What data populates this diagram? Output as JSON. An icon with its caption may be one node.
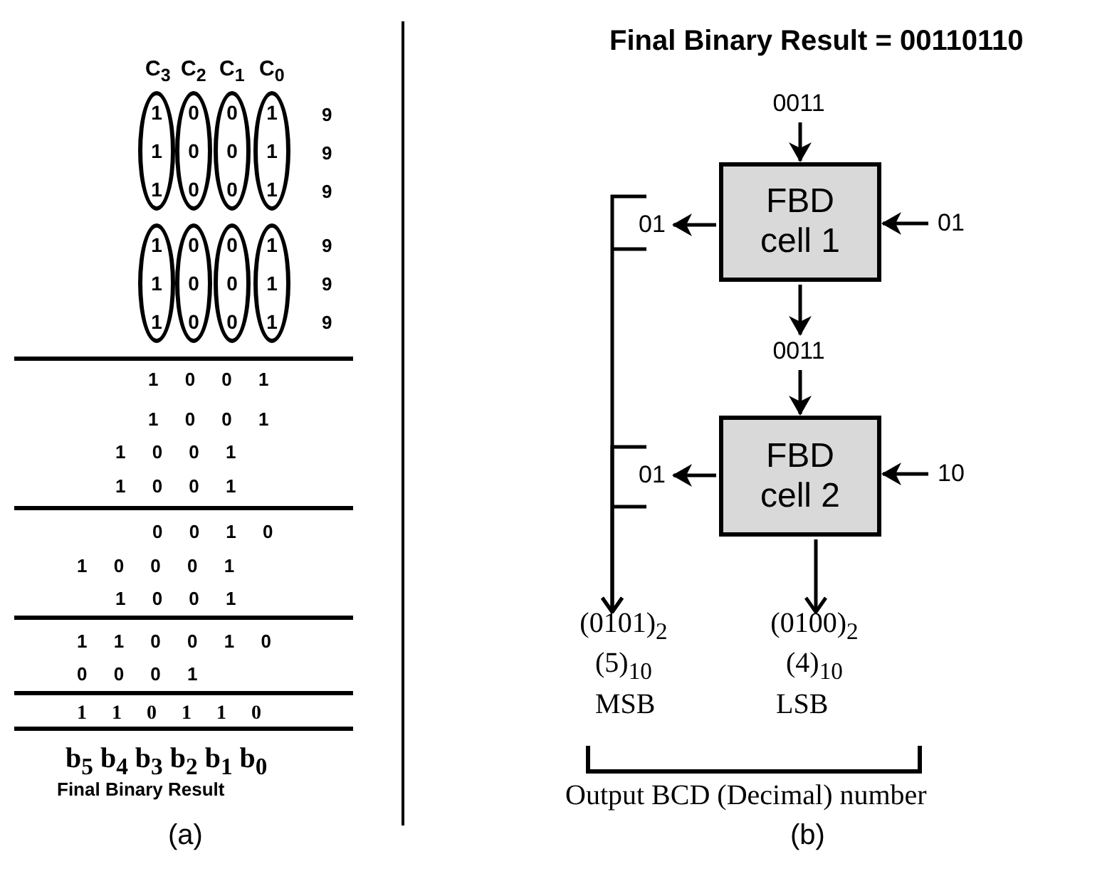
{
  "diagram": {
    "title": "Final Binary Result = 00110110",
    "nodes": [
      {
        "text": [
          "1 1 1"
        ]
      },
      {
        "text": [
          "0 0 0"
        ]
      },
      {
        "text": [
          "0 0 0"
        ]
      },
      {
        "text": [
          "1 1 1"
        ]
      },
      {
        "text": [
          "1 1 1"
        ]
      },
      {
        "text": [
          "0 0 0"
        ]
      },
      {
        "text": [
          "0 0 0"
        ]
      },
      {
        "text": [
          "1 1 1"
        ]
      },
      {
        "text": [
          "0011"
        ]
      },
      {
        "text": [
          "FBD cell 1"
        ]
      },
      {
        "text": [
          "01"
        ]
      },
      {
        "text": [
          "01"
        ]
      },
      {
        "text": [
          "0011"
        ]
      },
      {
        "text": [
          "FBD cell 2"
        ]
      },
      {
        "text": [
          "01"
        ]
      },
      {
        "text": [
          "10"
        ]
      },
      {
        "text": [
          "(0101)$_{2}$ (5)$_{10}$"
        ]
      },
      {
        "text": [
          "(0100)$_{2}$ (4)$_{10}$"
        ]
      }
    ],
    "edges": [
      {
        "from": 8,
        "to": 9,
        "arrow": "to"
      },
      {
        "from": 11,
        "to": 9,
        "arrow": "to"
      },
      {
        "from": 9,
        "to": 10,
        "arrow": "to"
      },
      {
        "from": 9,
        "to": 12,
        "arrow": "to"
      },
      {
        "from": 12,
        "to": 13,
        "arrow": "to"
      },
      {
        "from": 15,
        "to": 13,
        "arrow": "to"
      },
      {
        "from": 13,
        "to": 14,
        "arrow": "to"
      },
      {
        "from": 13,
        "to": 17,
        "arrow": "to"
      },
      {
        "from": 10,
        "to": 16,
        "arrow": "to"
      },
      {
        "from": 14,
        "to": 16,
        "arrow": "to"
      }
    ],
    "labels": [
      "C$_{3}$",
      "C$_{2}$",
      "C$_{1}$",
      "C$_{0}$",
      "9",
      "9",
      "9",
      "9",
      "9",
      "9",
      "1 0 0 1",
      "1 0 0 1",
      "1 0 0 1",
      "1 0 0 1",
      "0 0 1 0",
      "1 0 0 0 1",
      "1 0 0 1",
      "1 1 0 0 1 0",
      "0 0 0 1",
      "1 1 0 1 1 0",
      "b$_{5}$ b$_{4}$ b$_{3}$ b$_{2}$ b$_{1}$ b$_{0}$",
      "Final Binary Result",
      "(a)",
      "MSB",
      "LSB",
      "Output BCD (Decimal) number",
      "(b)"
    ]
  }
}
